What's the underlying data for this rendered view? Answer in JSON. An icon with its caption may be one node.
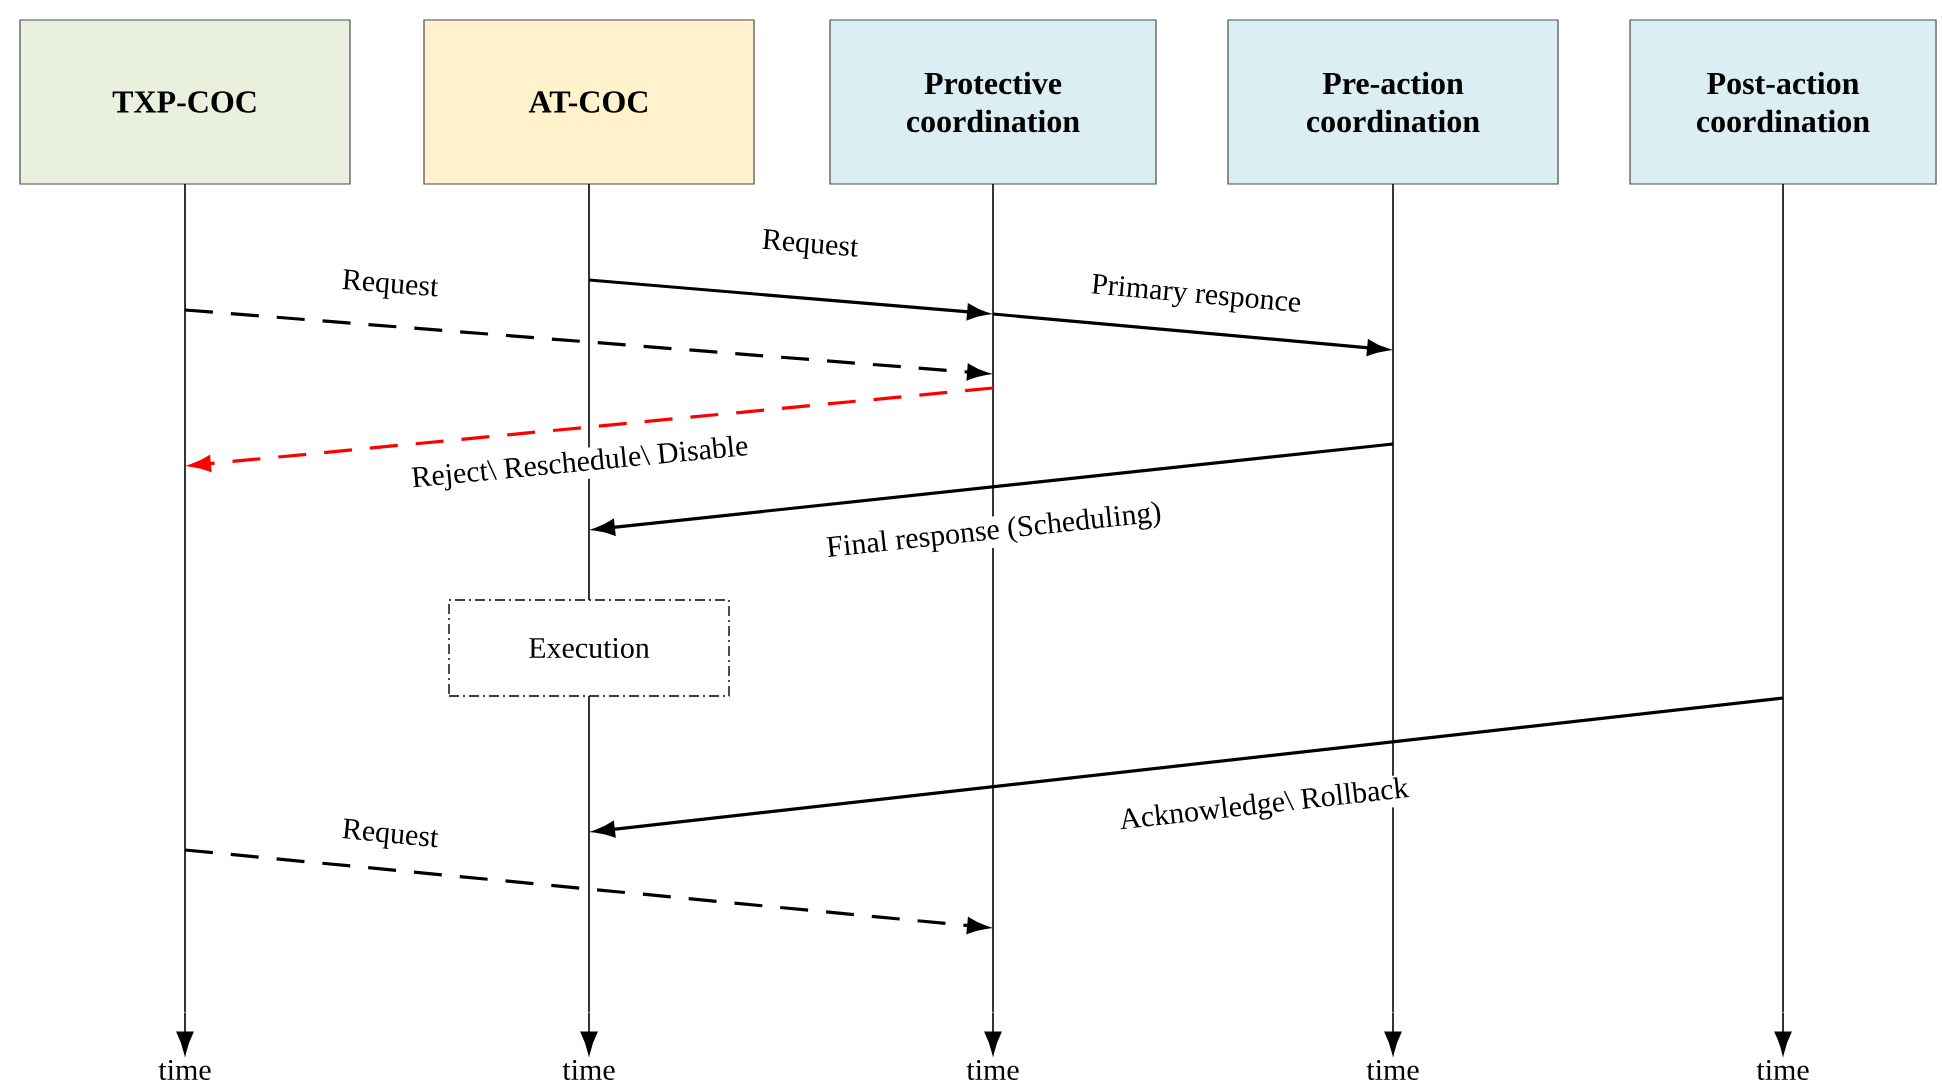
{
  "diagram": {
    "nodes": [
      {
        "text": [
          "TXP-COC"
        ]
      },
      {
        "text": [
          "AT-COC"
        ]
      },
      {
        "text": [
          "Protective coordination"
        ]
      },
      {
        "text": [
          "Pre-action coordination"
        ]
      },
      {
        "text": [
          "Post-action coordination"
        ]
      },
      {
        "text": [],
        "shape": "bar"
      },
      {
        "text": [],
        "shape": "bar"
      },
      {
        "text": [],
        "shape": "bar"
      },
      {
        "text": [],
        "shape": "bar"
      },
      {
        "text": [],
        "shape": "bar"
      },
      {
        "text": [
          "time"
        ]
      },
      {
        "text": [
          "time"
        ]
      },
      {
        "text": [
          "time"
        ]
      },
      {
        "text": [
          "time"
        ]
      },
      {
        "text": [
          "time"
        ]
      },
      {
        "text": [
          "Execution"
        ]
      },
      {
        "text": [],
        "shape": "bar"
      }
    ],
    "edges": [
      {
        "from": 5,
        "to": 10,
        "arrow": "to"
      },
      {
        "from": 16,
        "to": 11,
        "arrow": "to"
      },
      {
        "from": 7,
        "to": 12,
        "arrow": "to"
      },
      {
        "from": 8,
        "to": 13,
        "arrow": "to"
      },
      {
        "from": 9,
        "to": 14,
        "arrow": "to"
      },
      {
        "from": 6,
        "to": 7,
        "arrow": "to",
        "label": "Request"
      },
      {
        "from": 5,
        "to": 7,
        "arrow": "to",
        "label": "Request",
        "style": "dashed"
      },
      {
        "from": 7,
        "to": 8,
        "arrow": "to",
        "label": "Primary responce"
      },
      {
        "from": 7,
        "to": 5,
        "arrow": "to",
        "label": "Reject\\ Reschedule\\ Disable",
        "style": "dashed",
        "color": "#ff0000"
      },
      {
        "from": 8,
        "to": 6,
        "arrow": "to",
        "label": "Final response (Scheduling)"
      },
      {
        "from": 9,
        "to": 16,
        "arrow": "to",
        "label": "Acknowledge\\ Rollback"
      },
      {
        "from": 5,
        "to": 7,
        "arrow": "to",
        "label": "Request",
        "style": "dashed"
      }
    ]
  }
}
